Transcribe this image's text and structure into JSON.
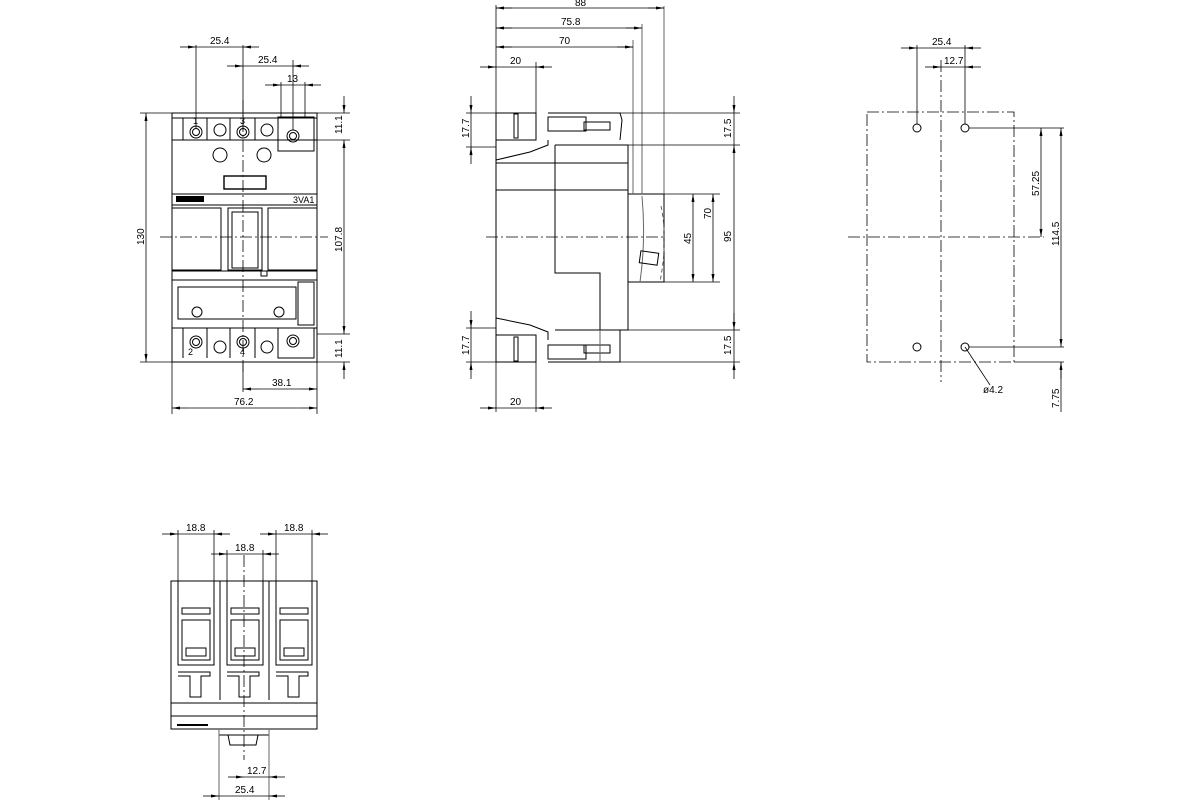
{
  "drawing": {
    "type": "dimension drawing",
    "product_label": "3VA1",
    "views": {
      "front": {
        "dims": {
          "top_pitch_1": "25.4",
          "top_pitch_2": "25.4",
          "terminal_width": "13",
          "height_total": "130",
          "height_inner": "107.8",
          "terminal_height_top": "11.1",
          "terminal_height_bottom": "11.1",
          "half_width": "38.1",
          "width_total": "76.2"
        },
        "terminal_labels": [
          "1",
          "3",
          "2",
          "4"
        ]
      },
      "side": {
        "dims": {
          "depth_total": "88",
          "depth_handle": "75.8",
          "depth_body": "70",
          "terminal_depth_top": "20",
          "terminal_depth_bottom": "20",
          "terminal_h_left_top": "17.7",
          "terminal_h_left_bottom": "17.7",
          "terminal_h_right_top": "17.5",
          "terminal_h_right_bottom": "17.5",
          "handle_height": "45",
          "front_height": "70",
          "body_height": "95"
        }
      },
      "mounting": {
        "dims": {
          "hole_pitch": "25.4",
          "half_pitch": "12.7",
          "hole_to_center": "57.25",
          "hole_spacing": "114.5",
          "hole_edge": "7.75",
          "hole_diameter": "ø4.2"
        }
      },
      "bottom": {
        "dims": {
          "pole_width_left": "18.8",
          "pole_width_mid": "18.8",
          "pole_width_right": "18.8",
          "half_pitch": "12.7",
          "pitch": "25.4"
        }
      }
    }
  }
}
